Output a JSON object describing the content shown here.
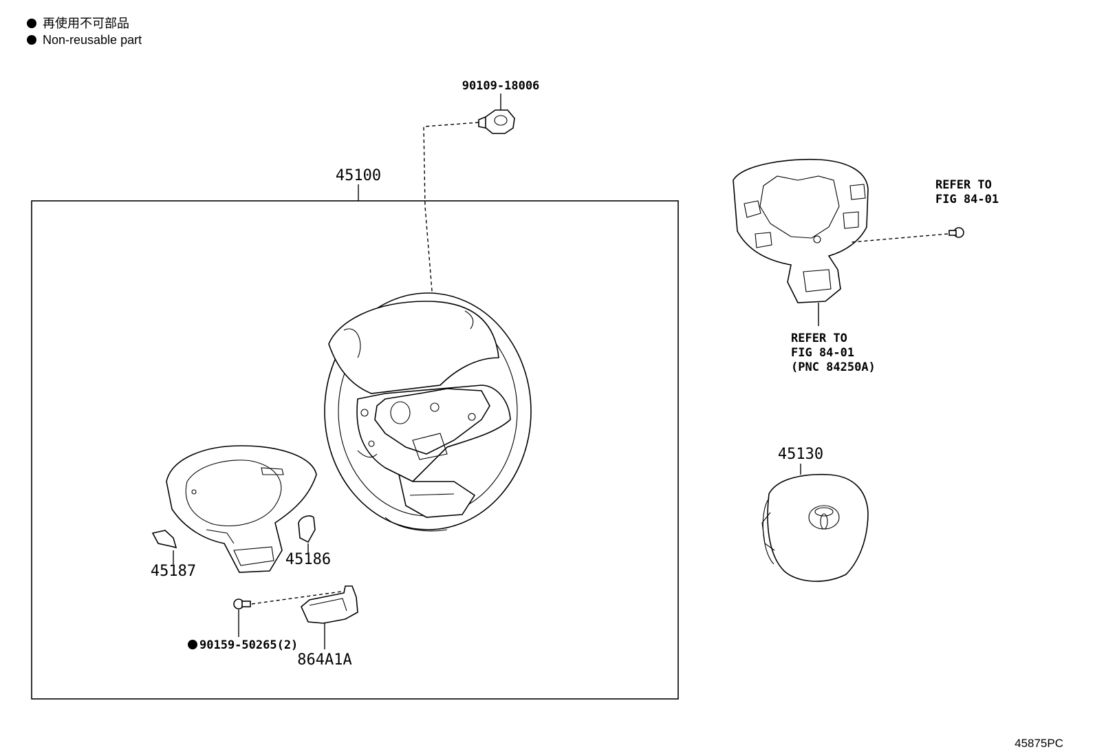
{
  "legend": {
    "items": [
      {
        "label": "再使用不可部品"
      },
      {
        "label": "Non-reusable part"
      }
    ]
  },
  "figure_id": "45875PC",
  "callouts": {
    "p45100": "45100",
    "p90109": "90109-18006",
    "p45187": "45187",
    "p45186": "45186",
    "p90159": "90159-50265(2)",
    "p864A1A": "864A1A",
    "p45130": "45130",
    "refer_top": [
      "REFER TO",
      "FIG 84-01"
    ],
    "refer_bottom": [
      "REFER TO",
      "FIG 84-01",
      "(PNC 84250A)"
    ]
  },
  "colors": {
    "line": "#000000",
    "background": "#ffffff"
  }
}
